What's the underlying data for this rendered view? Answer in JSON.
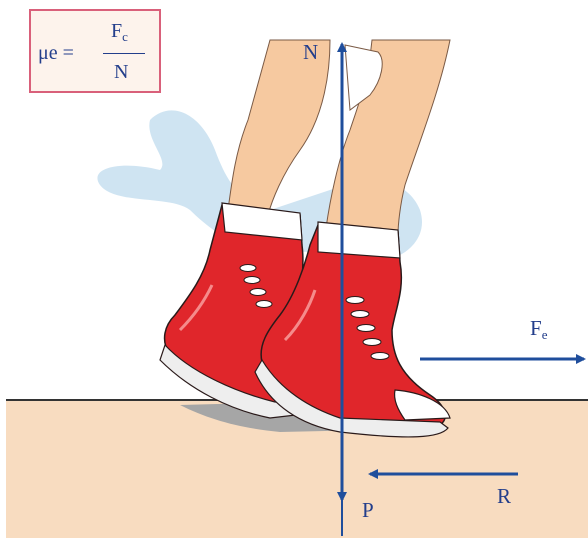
{
  "formula": {
    "lhs": "μe =",
    "numerator_main": "F",
    "numerator_sub": "c",
    "denominator": "N"
  },
  "labels": {
    "normal_force": "N",
    "weight": "P",
    "applied_force_main": "F",
    "applied_force_sub": "e",
    "friction": "R"
  },
  "colors": {
    "arrow": "#1f4e9c",
    "ground": "#f8dcc0",
    "skin": "#f6c9a0",
    "shoe": "#e0262b",
    "splash": "#cfe4f2",
    "formula_border": "#d9607a",
    "text": "#233e8b"
  },
  "icons": [
    "red-sneakers-icon",
    "splash-icon"
  ]
}
